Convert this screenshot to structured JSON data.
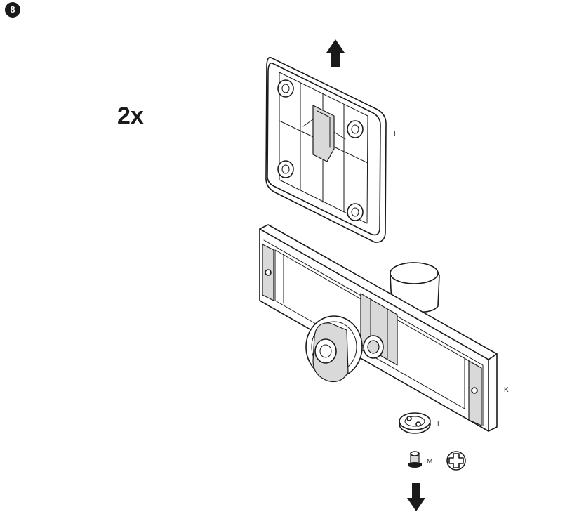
{
  "step": {
    "number": "8"
  },
  "quantity": "2x",
  "parts": {
    "i": "I",
    "k": "K",
    "l": "L",
    "m": "M"
  },
  "icons": {
    "up_arrow": "arrow-up-icon",
    "down_arrow": "arrow-down-icon",
    "screwdriver": "phillips-screwdriver-icon"
  }
}
